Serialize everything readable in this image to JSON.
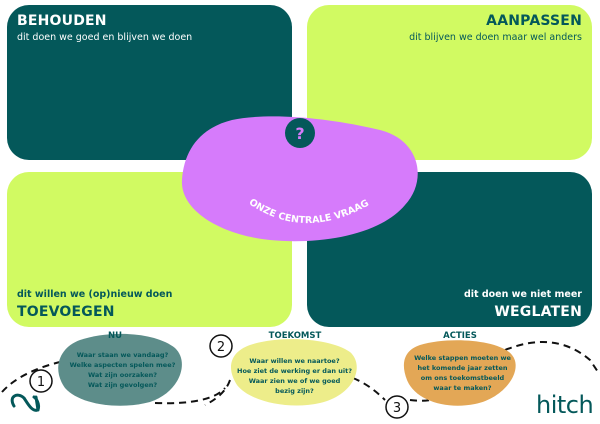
{
  "quadrants": {
    "top_left": {
      "title": "BEHOUDEN",
      "subtitle": "dit doen we goed en blijven we doen"
    },
    "top_right": {
      "title": "AANPASSEN",
      "subtitle": "dit blijven we doen maar wel anders"
    },
    "bottom_left": {
      "title": "TOEVOEGEN",
      "subtitle": "dit willen we (op)nieuw doen"
    },
    "bottom_right": {
      "title": "WEGLATEN",
      "subtitle": "dit doen we niet meer"
    }
  },
  "center": {
    "icon": "question-mark-icon",
    "glyph": "?",
    "label": "ONZE CENTRALE VRAAG"
  },
  "steps": [
    {
      "number": "1",
      "heading": "NU",
      "lines": [
        "Waar staan we vandaag?",
        "Welke aspecten spelen mee?",
        "Wat zijn oorzaken?",
        "Wat zijn gevolgen?"
      ]
    },
    {
      "number": "2",
      "heading": "TOEKOMST",
      "lines": [
        "Waar willen we naartoe?",
        "Hoe ziet de werking er dan uit?",
        "Waar zien we of we goed",
        "bezig zijn?"
      ]
    },
    {
      "number": "3",
      "heading": "ACTIES",
      "lines": [
        "Welke stappen moeten we",
        "het komende jaar zetten",
        "om ons toekomstbeeld",
        "waar te maken?"
      ]
    }
  ],
  "logos": {
    "left": "cn-logo",
    "right": "hitch"
  },
  "colors": {
    "teal": "#04585a",
    "lime": "#d1fa62",
    "purple": "#d67bfb",
    "slate": "#5d8d8a",
    "yellow": "#eded8a",
    "orange": "#e3a756"
  }
}
